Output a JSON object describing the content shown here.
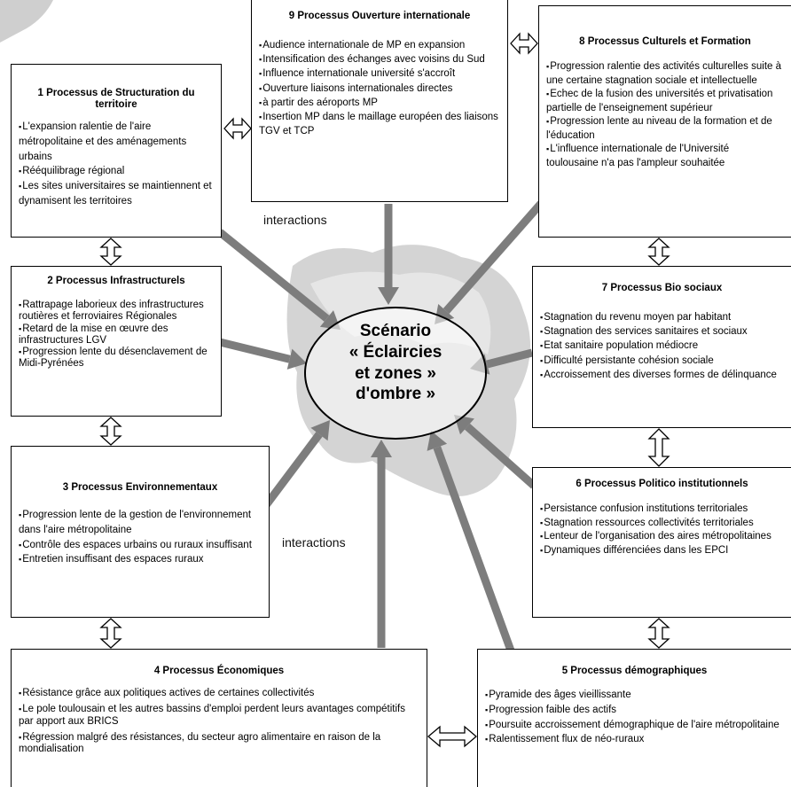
{
  "center": {
    "lines": [
      "Scénario",
      "« Éclaircies",
      "et zones »",
      "d'ombre »"
    ]
  },
  "labels": {
    "interactions_top": "interactions",
    "interactions_bottom": "interactions"
  },
  "processes": [
    {
      "title": "1 Processus de Structuration du territoire",
      "items": [
        "L'expansion ralentie de l'aire métropolitaine et des aménagements urbains",
        "Rééquilibrage régional",
        "Les sites universitaires se maintiennent et dynamisent les territoires"
      ]
    },
    {
      "title": "2 Processus Infrastructurels",
      "items": [
        "Rattrapage laborieux des infrastructures routières et ferroviaires Régionales",
        "Retard de la mise en œuvre des infrastructures LGV",
        "Progression lente du désenclavement de Midi-Pyrénées"
      ]
    },
    {
      "title": "3 Processus Environnementaux",
      "items": [
        "Progression lente de la gestion de l'environnement dans l'aire métropolitaine",
        "Contrôle des espaces urbains ou ruraux insuffisant",
        "Entretien insuffisant des espaces ruraux"
      ]
    },
    {
      "title": "4 Processus Économiques",
      "items": [
        "Résistance grâce aux politiques actives de certaines collectivités",
        "Le pole toulousain et les autres bassins d'emploi perdent leurs avantages compétitifs par apport aux BRICS",
        "Régression malgré des résistances, du secteur agro alimentaire en raison de la mondialisation"
      ]
    },
    {
      "title": "5 Processus démographiques",
      "items": [
        "Pyramide des âges vieillissante",
        "Progression faible des actifs",
        "Poursuite accroissement démographique de l'aire métropolitaine",
        "Ralentissement flux de néo-ruraux"
      ]
    },
    {
      "title": "6 Processus Politico institutionnels",
      "items": [
        "Persistance confusion institutions territoriales",
        "Stagnation ressources collectivités territoriales",
        "Lenteur de l'organisation des aires métropolitaines",
        "Dynamiques différenciées dans les EPCI"
      ]
    },
    {
      "title": "7 Processus Bio sociaux",
      "items": [
        "Stagnation du revenu moyen par habitant",
        "Stagnation des services sanitaires et sociaux",
        "Etat sanitaire population médiocre",
        "Difficulté persistante cohésion sociale",
        "Accroissement des diverses formes de délinquance"
      ]
    },
    {
      "title": "8 Processus Culturels et Formation",
      "items": [
        "Progression ralentie des activités culturelles suite à une certaine stagnation sociale et intellectuelle",
        "Echec de la fusion des universités et privatisation partielle de l'enseignement supérieur",
        "Progression lente au niveau de la formation et de l'éducation",
        "L'influence internationale de l'Université toulousaine n'a pas l'ampleur souhaitée"
      ]
    },
    {
      "title": "9 Processus Ouverture internationale",
      "items": [
        "Audience internationale de MP en expansion",
        "Intensification des échanges avec voisins du Sud",
        "Influence internationale université s'accroît",
        "Ouverture liaisons internationales directes",
        "à partir des aéroports MP",
        "Insertion MP dans le maillage européen des liaisons TGV et  TCP"
      ]
    }
  ],
  "colors": {
    "arrow": "#7d7d7d",
    "region": "#cfcfcf"
  }
}
